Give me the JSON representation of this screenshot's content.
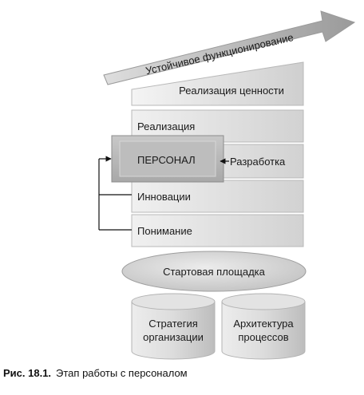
{
  "arrow_label": "Устойчивое функционирование",
  "layers": {
    "value": "Реализация ценности",
    "realization": "Реализация",
    "development": "Разработка",
    "innovation": "Инновации",
    "understanding": "Понимание"
  },
  "personnel": "ПЕРСОНАЛ",
  "launchpad": "Стартовая площадка",
  "cylinders": {
    "left": [
      "Стратегия",
      "организации"
    ],
    "right": [
      "Архитектура",
      "процессов"
    ]
  },
  "caption": {
    "label": "Рис. 18.1.",
    "text": "Этап работы с персоналом"
  }
}
